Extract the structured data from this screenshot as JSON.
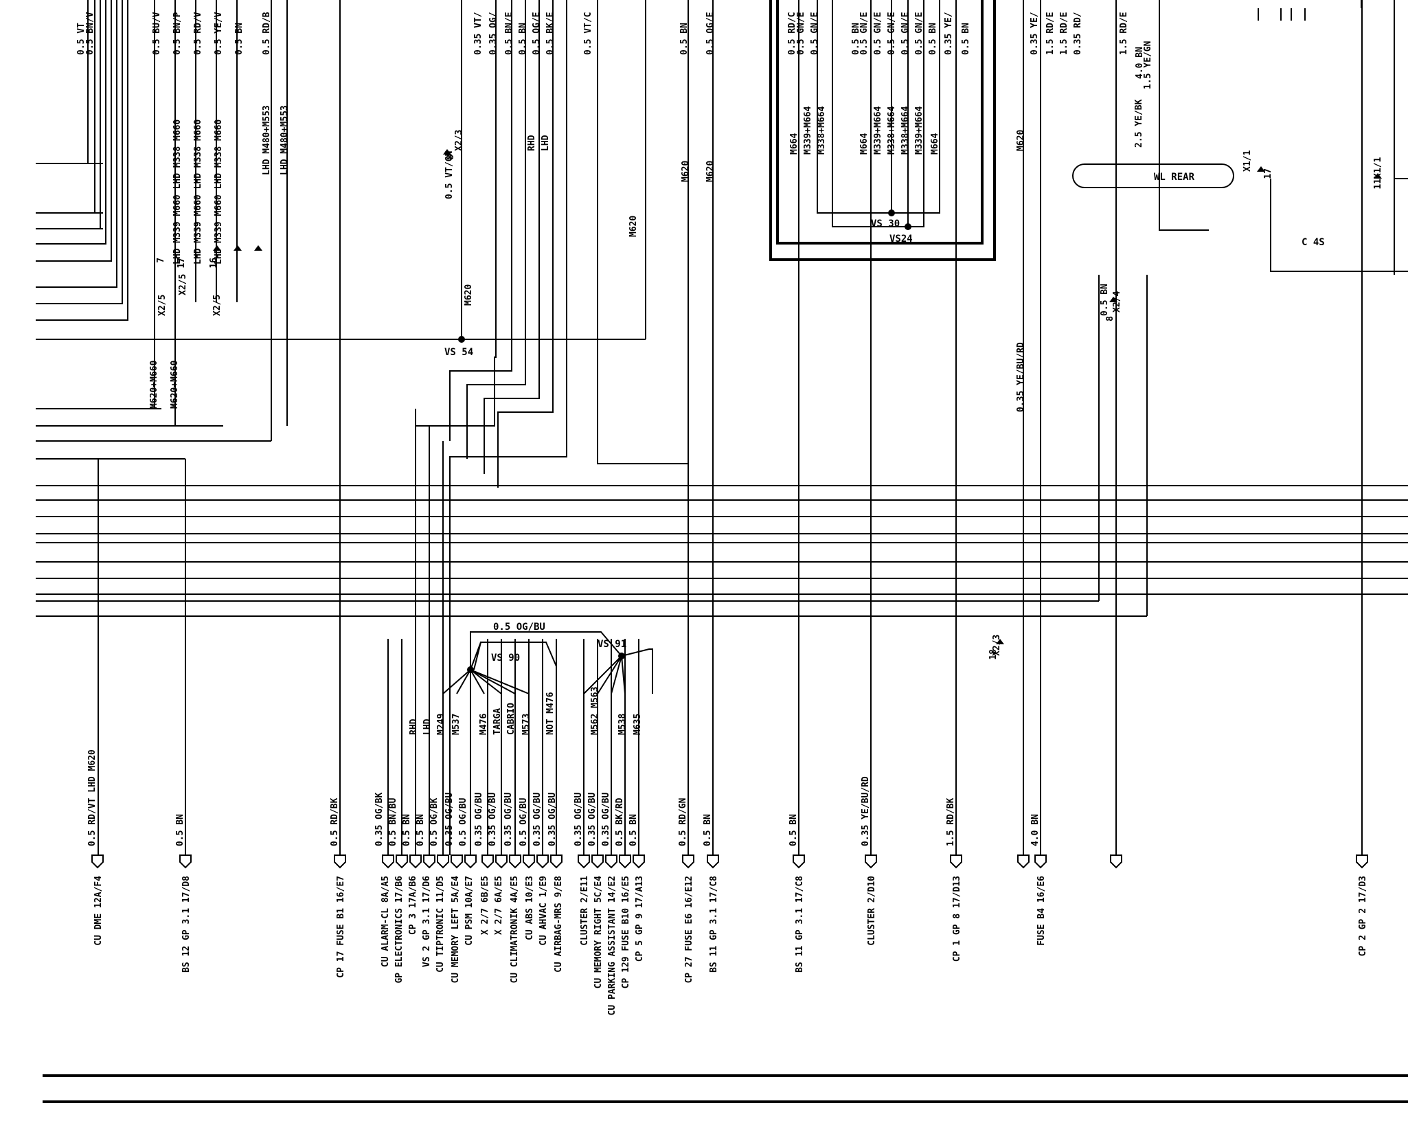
{
  "bottom": [
    {
      "label": "CU DME  12A/F4"
    },
    {
      "label": "BS 12 GP 3.1  17/D8"
    },
    {
      "label": "CP 17 FUSE B1  16/E7"
    },
    {
      "label": "CU ALARM-CL  8A/A5"
    },
    {
      "label": "GP ELECTRONICS  17/B6"
    },
    {
      "label": "CP 3  17A/B6"
    },
    {
      "label": "VS 2 GP 3.1  17/D6"
    },
    {
      "label": "CU TIPTRONIC  11/D5"
    },
    {
      "label": "CU MEMORY LEFT  5A/E4"
    },
    {
      "label": "CU PSM  10A/E7"
    },
    {
      "label": "X 2/7  6B/E5"
    },
    {
      "label": "X 2/7  6A/E5"
    },
    {
      "label": "CU CLIMATRONIK  4A/E5"
    },
    {
      "label": "CU ABS  10/E3"
    },
    {
      "label": "CU AHVAC  1/E9"
    },
    {
      "label": "CU AIRBAG-MRS  9/E8"
    },
    {
      "label": "CLUSTER  2/E11"
    },
    {
      "label": "CU MEMORY RIGHT  5C/E4"
    },
    {
      "label": "CU PARKING ASSISTANT  14/E2"
    },
    {
      "label": "CP 129 FUSE B10  16/E5"
    },
    {
      "label": "CP 5 GP 9  17/A13"
    },
    {
      "label": "CP 27 FUSE E6  16/E12"
    },
    {
      "label": "BS 11 GP 3.1  17/C8"
    },
    {
      "label": "BS 11 GP 3.1  17/C8"
    },
    {
      "label": "CLUSTER  2/D10"
    },
    {
      "label": "CP 1 GP 8  17/D13"
    },
    {
      "label": "FUSE B4  16/E6"
    },
    {
      "label": "CP 2 GP 2  17/D3"
    }
  ],
  "wires_bottom": [
    {
      "label": "0.5 RD/VT   LHD M620"
    },
    {
      "label": "0.5 BN"
    },
    {
      "label": "0.5 RD/BK"
    },
    {
      "label": "0.35 OG/BK"
    },
    {
      "label": "0.5 BN/BU"
    },
    {
      "label": "0.5 BN"
    },
    {
      "label": "0.5 BN"
    },
    {
      "label": "0.5 OG/BK"
    },
    {
      "label": "0.35 OG/BU"
    },
    {
      "label": "0.5 OG/BU"
    },
    {
      "label": "0.35 OG/BU"
    },
    {
      "label": "0.35 OG/BU"
    },
    {
      "label": "0.35 OG/BU"
    },
    {
      "label": "0.5 OG/BU"
    },
    {
      "label": "0.35 OG/BU"
    },
    {
      "label": "0.35 OG/BU"
    },
    {
      "label": "0.35 OG/BU"
    },
    {
      "label": "0.35 OG/BU"
    },
    {
      "label": "0.35 OG/BU"
    },
    {
      "label": "0.5 BK/RD"
    },
    {
      "label": "0.5 BN"
    },
    {
      "label": "0.5 RD/GN"
    },
    {
      "label": "0.5 BN"
    },
    {
      "label": "0.5 BN"
    },
    {
      "label": "0.35 YE/BU/RD"
    },
    {
      "label": "1.5 RD/BK"
    },
    {
      "label": "4.0 BN"
    }
  ],
  "options": [
    {
      "label": "RHD"
    },
    {
      "label": "LHD"
    },
    {
      "label": "M249"
    },
    {
      "label": "M537"
    },
    {
      "label": "M476"
    },
    {
      "label": "TARGA"
    },
    {
      "label": "CABRIO"
    },
    {
      "label": "M573"
    },
    {
      "label": "NOT   M476"
    },
    {
      "label": "M562 M563"
    },
    {
      "label": "M538"
    },
    {
      "label": "M635"
    }
  ],
  "top_wires": [
    {
      "label": "0.5 VT"
    },
    {
      "label": "0.5 BN/V"
    },
    {
      "label": "0.5 BU/V"
    },
    {
      "label": "0.5 BN/P"
    },
    {
      "label": "0.5 RD/V"
    },
    {
      "label": "0.5 YE/V"
    },
    {
      "label": "0.5 BN"
    },
    {
      "label": "0.5 RD/B"
    },
    {
      "label": "0.35 VT/"
    },
    {
      "label": "0.35 OG/"
    },
    {
      "label": "0.5 BN/E"
    },
    {
      "label": "0.5 BN"
    },
    {
      "label": "0.5 OG/E"
    },
    {
      "label": "0.5 BK/E"
    },
    {
      "label": "0.5 VT/C"
    },
    {
      "label": "0.5 BN"
    },
    {
      "label": "0.5 OG/E"
    },
    {
      "label": "0.5 RD/C"
    },
    {
      "label": "0.5 GN/E"
    },
    {
      "label": "0.5 GN/E"
    },
    {
      "label": "0.5 BN"
    },
    {
      "label": "0.5 GN/E"
    },
    {
      "label": "0.5 GN/E"
    },
    {
      "label": "0.5 GN/E"
    },
    {
      "label": "0.5 GN/E"
    },
    {
      "label": "0.5 GN/E"
    },
    {
      "label": "0.5 BN"
    },
    {
      "label": "0.35 YE/"
    },
    {
      "label": "0.5 BN"
    },
    {
      "label": "0.35 YE/"
    },
    {
      "label": "1.5 RD/E"
    },
    {
      "label": "1.5 RD/E"
    },
    {
      "label": "0.35 RD/"
    },
    {
      "label": "1.5 RD/E"
    }
  ],
  "codes": [
    {
      "label": "LHD M339 M660  LHD M338 M660"
    },
    {
      "label": "LHD M339 M660  LHD M338 M660"
    },
    {
      "label": "LHD M339 M660  LHD M338 M660"
    },
    {
      "label": "LHD M480+M553"
    },
    {
      "label": "LHD M480+M553"
    },
    {
      "label": "M620+M660"
    },
    {
      "label": "M620+M660"
    },
    {
      "label": "M620"
    },
    {
      "label": "0.5 VT/GN"
    },
    {
      "label": "M620"
    },
    {
      "label": "M620"
    },
    {
      "label": "M620"
    },
    {
      "label": "M664"
    },
    {
      "label": "M339+M664"
    },
    {
      "label": "M338+M664"
    },
    {
      "label": "M664"
    },
    {
      "label": "M339+M664"
    },
    {
      "label": "M338+M664"
    },
    {
      "label": "M338+M664"
    },
    {
      "label": "M339+M664"
    },
    {
      "label": "M664"
    },
    {
      "label": "M620"
    },
    {
      "label": "0.35 YE/BU/RD"
    },
    {
      "label": "RHD"
    },
    {
      "label": "LHD"
    },
    {
      "label": "0.5 BN"
    },
    {
      "label": "2.5 YE/BK"
    },
    {
      "label": "1.5 YE/GN"
    },
    {
      "label": "4.0 BN"
    }
  ],
  "conn": [
    {
      "label": "X2/5"
    },
    {
      "label": "X2/5"
    },
    {
      "label": "X2/5"
    },
    {
      "label": "X2/3"
    },
    {
      "label": "X2/4"
    },
    {
      "label": "X2/3"
    },
    {
      "label": "X1/1"
    },
    {
      "label": "X1/1"
    }
  ],
  "pins": [
    {
      "label": "7"
    },
    {
      "label": "17"
    },
    {
      "label": "16"
    },
    {
      "label": "8"
    },
    {
      "label": "8"
    },
    {
      "label": "18"
    },
    {
      "label": "17"
    },
    {
      "label": "11"
    }
  ],
  "splices": [
    {
      "label": "VS 54"
    },
    {
      "label": "VS 30"
    },
    {
      "label": "VS24"
    },
    {
      "label": "VS 90"
    },
    {
      "label": "VS 91"
    },
    {
      "label": "C 4S"
    },
    {
      "label": "0.5 OG/BU"
    }
  ],
  "box": {
    "label": "WL REAR"
  }
}
